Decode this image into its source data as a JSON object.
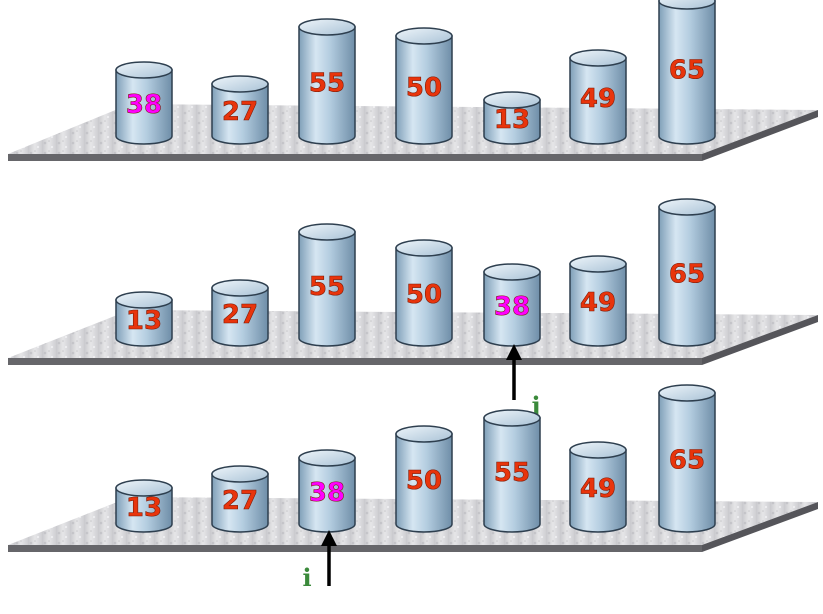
{
  "colors": {
    "cylinder_body": "#a9c6dc",
    "cylinder_edge": "#2e3f4f",
    "number_normal": "#e8340c",
    "number_highlight": "#ff00ff",
    "platform_surface": "#d3d3d6",
    "platform_edge": "#5c5c60",
    "pointer_label": "#3b8a3b",
    "arrow": "#000000"
  },
  "rows": [
    {
      "items": [
        {
          "value": "38",
          "highlight": true
        },
        {
          "value": "27",
          "highlight": false
        },
        {
          "value": "55",
          "highlight": false
        },
        {
          "value": "50",
          "highlight": false
        },
        {
          "value": "13",
          "highlight": false
        },
        {
          "value": "49",
          "highlight": false
        },
        {
          "value": "65",
          "highlight": false
        }
      ],
      "pointer": null
    },
    {
      "items": [
        {
          "value": "13",
          "highlight": false
        },
        {
          "value": "27",
          "highlight": false
        },
        {
          "value": "55",
          "highlight": false
        },
        {
          "value": "50",
          "highlight": false
        },
        {
          "value": "38",
          "highlight": true
        },
        {
          "value": "49",
          "highlight": false
        },
        {
          "value": "65",
          "highlight": false
        }
      ],
      "pointer": {
        "label": "j",
        "index": 4
      }
    },
    {
      "items": [
        {
          "value": "13",
          "highlight": false
        },
        {
          "value": "27",
          "highlight": false
        },
        {
          "value": "38",
          "highlight": true
        },
        {
          "value": "50",
          "highlight": false
        },
        {
          "value": "55",
          "highlight": false
        },
        {
          "value": "49",
          "highlight": false
        },
        {
          "value": "65",
          "highlight": false
        }
      ],
      "pointer": {
        "label": "i",
        "index": 2
      }
    }
  ]
}
